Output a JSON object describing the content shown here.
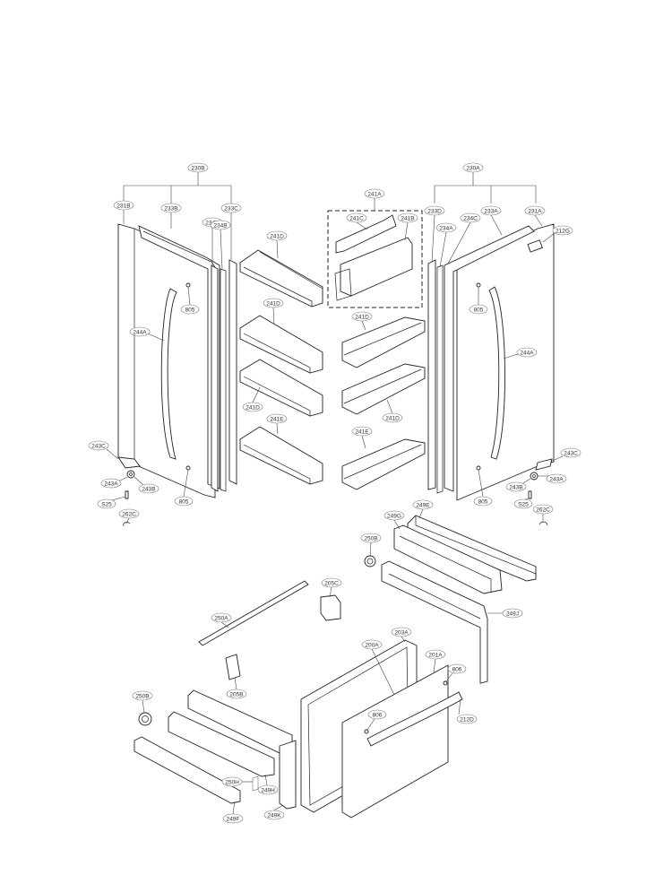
{
  "callouts": {
    "c230B": "230B",
    "c231B": "231B",
    "c233B": "233B",
    "c233C": "233C",
    "c234D": "234D",
    "c234B": "234B",
    "c244A_l": "244A",
    "c805_l1": "805",
    "c243C_l": "243C",
    "c243A_l": "243A",
    "c243B_l": "243B",
    "c805_l2": "805",
    "cS25_l": "S25",
    "c262C_l": "262C",
    "c241D_1": "241D",
    "c241D_2": "241D",
    "c241D_3": "241D",
    "c241E_1": "241E",
    "c241A": "241A",
    "c241C": "241C",
    "c241B": "241B",
    "c241D_4": "241D",
    "c241D_5": "241D",
    "c241E_2": "241E",
    "c230A": "230A",
    "c233D": "233D",
    "c234C": "234C",
    "c233A": "233A",
    "c231A": "231A",
    "c234A": "234A",
    "c212G": "212G",
    "c805_r1": "805",
    "c244A_r": "244A",
    "c243C_r": "243C",
    "c243B_r": "243B",
    "c243A_r": "243A",
    "c805_r2": "805",
    "cS25_r": "S25",
    "c262C_r": "262C",
    "c249E": "249E",
    "c249G": "249G",
    "c250B_1": "250B",
    "c249J": "249J",
    "c205C": "205C",
    "c250A": "250A",
    "c203A": "203A",
    "c200A": "200A",
    "c201A": "201A",
    "c806_1": "806",
    "c806_2": "806",
    "c212D": "212D",
    "c205B": "205B",
    "c250B_2": "250B",
    "c250H": "250H",
    "c249H": "249H",
    "c249F": "249F",
    "c249K": "249K"
  }
}
